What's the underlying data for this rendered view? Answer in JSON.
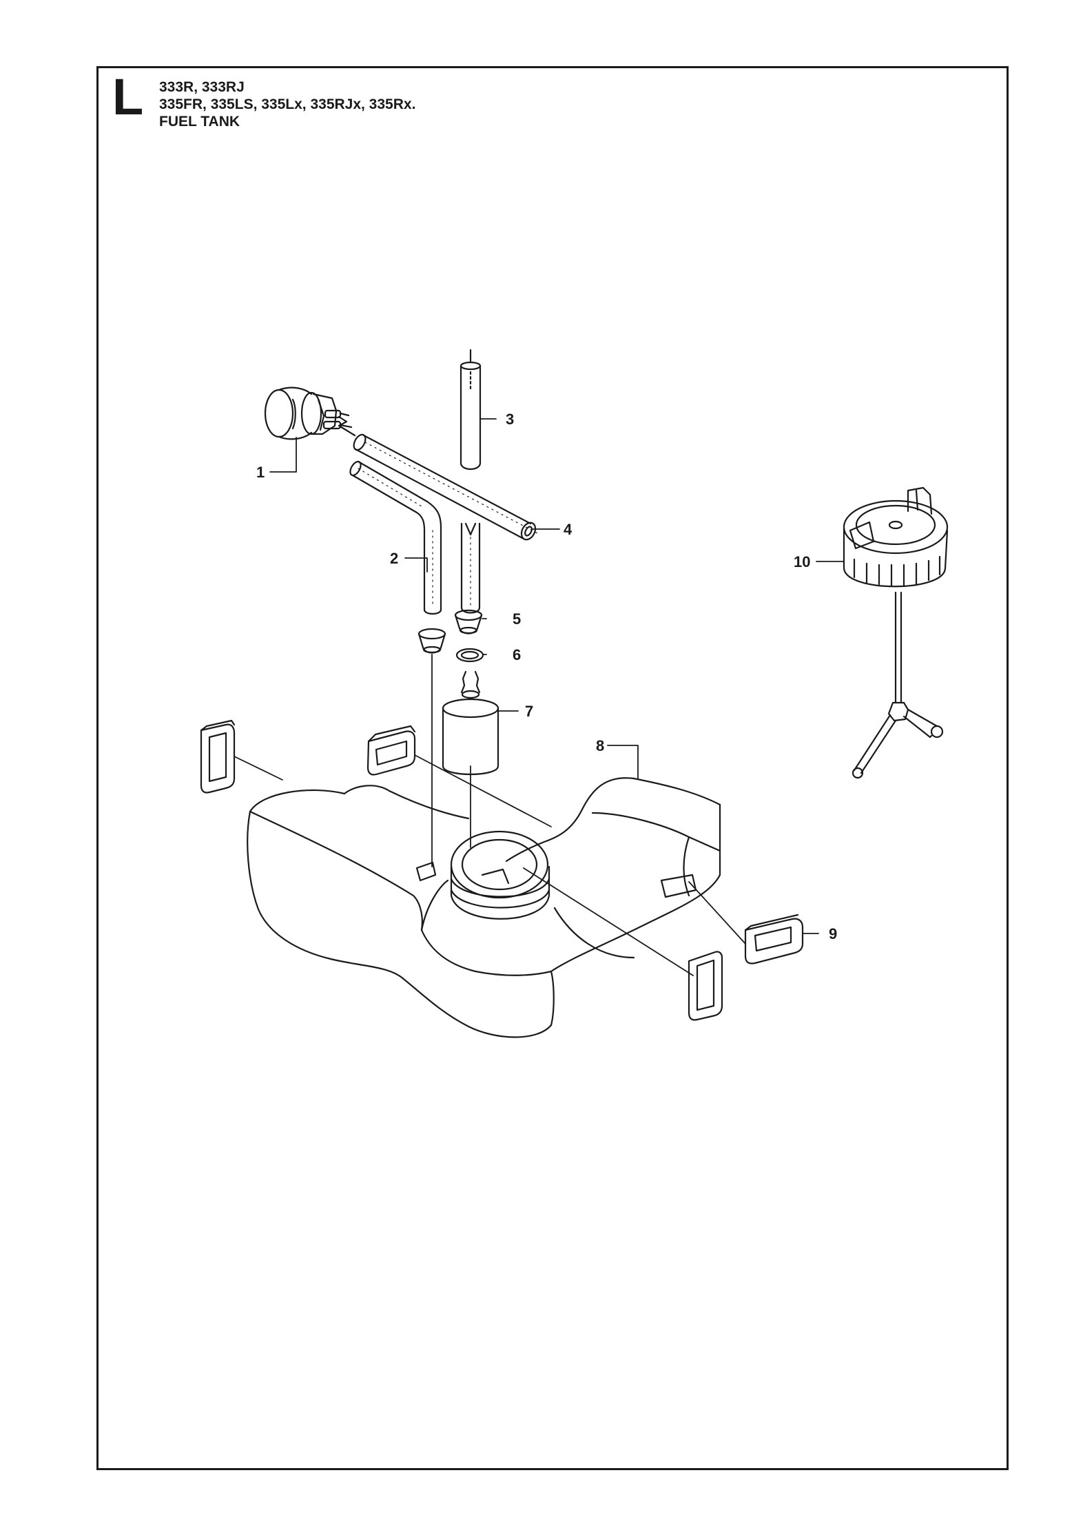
{
  "header": {
    "section_letter": "L",
    "models_line1": "333R, 333RJ",
    "models_line2": "335FR, 335LS, 335Lx, 335RJx, 335Rx.",
    "title": "FUEL TANK"
  },
  "callouts": [
    "1",
    "2",
    "3",
    "4",
    "5",
    "6",
    "7",
    "8",
    "9",
    "10"
  ],
  "parts": [
    {
      "name": "fuel-pump-primer-icon",
      "callout": "1"
    },
    {
      "name": "fuel-hose-icon",
      "callout": "2"
    },
    {
      "name": "fuel-hose-straight-icon",
      "callout": "3"
    },
    {
      "name": "fuel-hose-long-icon",
      "callout": "4"
    },
    {
      "name": "grommet-icon",
      "callout": "5"
    },
    {
      "name": "o-ring-icon",
      "callout": "6"
    },
    {
      "name": "fuel-filter-icon",
      "callout": "7"
    },
    {
      "name": "fuel-tank-icon",
      "callout": "8"
    },
    {
      "name": "rubber-mount-icon",
      "callout": "9"
    },
    {
      "name": "fuel-cap-icon",
      "callout": "10"
    }
  ],
  "colors": {
    "line": "#1a1a1a",
    "background": "#ffffff"
  }
}
